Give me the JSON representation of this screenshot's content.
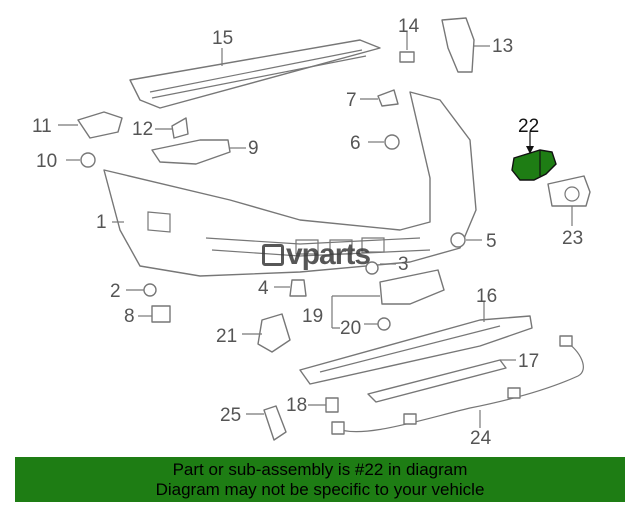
{
  "highlighted_part": "22",
  "highlight_color": "#1e7d14",
  "part_labels": [
    "1",
    "2",
    "3",
    "4",
    "5",
    "6",
    "7",
    "8",
    "9",
    "10",
    "11",
    "12",
    "13",
    "14",
    "15",
    "16",
    "17",
    "18",
    "19",
    "20",
    "21",
    "22",
    "23",
    "24",
    "25"
  ],
  "watermark": {
    "text": "vparts",
    "logo_icon": "v-box-logo-icon"
  },
  "footer": {
    "line1": "Part or sub-assembly is #22 in diagram",
    "line2": "Diagram may not be specific to your vehicle",
    "background": "#1e7d14"
  }
}
